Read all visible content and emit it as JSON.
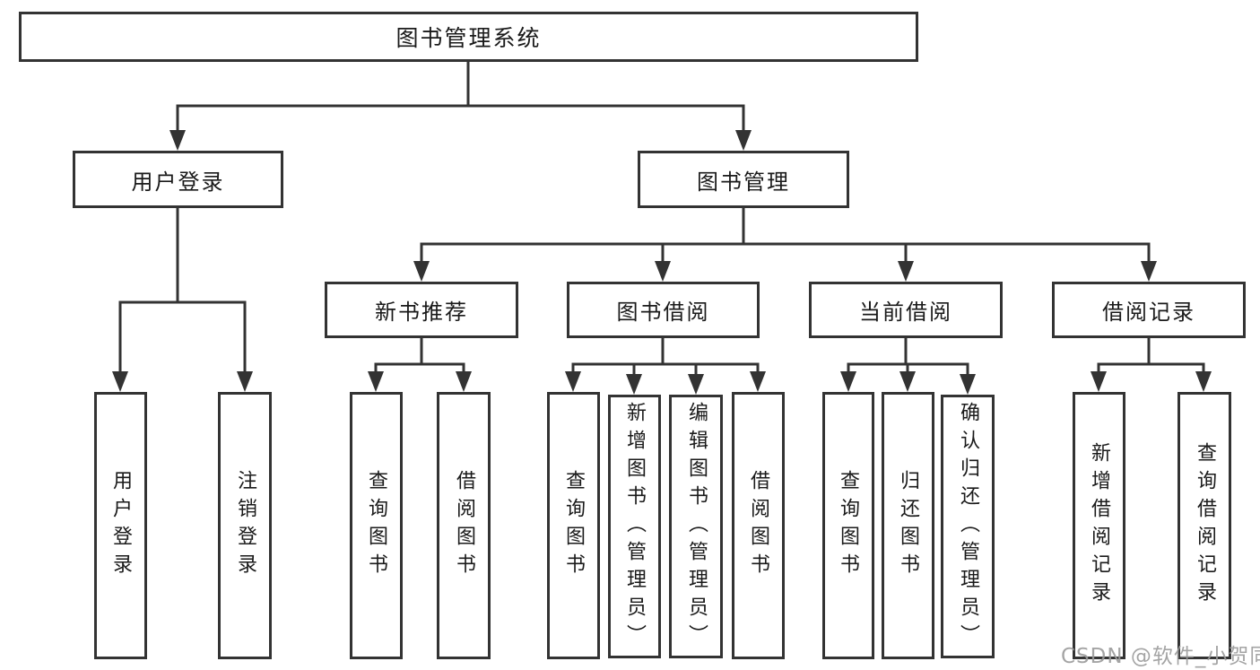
{
  "tree": {
    "root": {
      "label": "图书管理系统"
    },
    "branches": [
      {
        "label": "用户登录",
        "children": [
          {
            "label": "用户登录"
          },
          {
            "label": "注销登录"
          }
        ]
      },
      {
        "label": "图书管理",
        "children": [
          {
            "label": "新书推荐",
            "children": [
              {
                "label": "查询图书"
              },
              {
                "label": "借阅图书"
              }
            ]
          },
          {
            "label": "图书借阅",
            "children": [
              {
                "label": "查询图书"
              },
              {
                "label": "新增图书（管理员）"
              },
              {
                "label": "编辑图书（管理员）"
              },
              {
                "label": "借阅图书"
              }
            ]
          },
          {
            "label": "当前借阅",
            "children": [
              {
                "label": "查询图书"
              },
              {
                "label": "归还图书"
              },
              {
                "label": "确认归还（管理员）"
              }
            ]
          },
          {
            "label": "借阅记录",
            "children": [
              {
                "label": "新增借阅记录"
              },
              {
                "label": "查询借阅记录"
              }
            ]
          }
        ]
      }
    ]
  },
  "watermark": {
    "text": "CSDN @软件_小贺同学"
  },
  "colors": {
    "background": "#ffffff",
    "border": "#333333",
    "line": "#333333",
    "text": "#1a1a1a",
    "watermark": "#9b9b9b"
  }
}
